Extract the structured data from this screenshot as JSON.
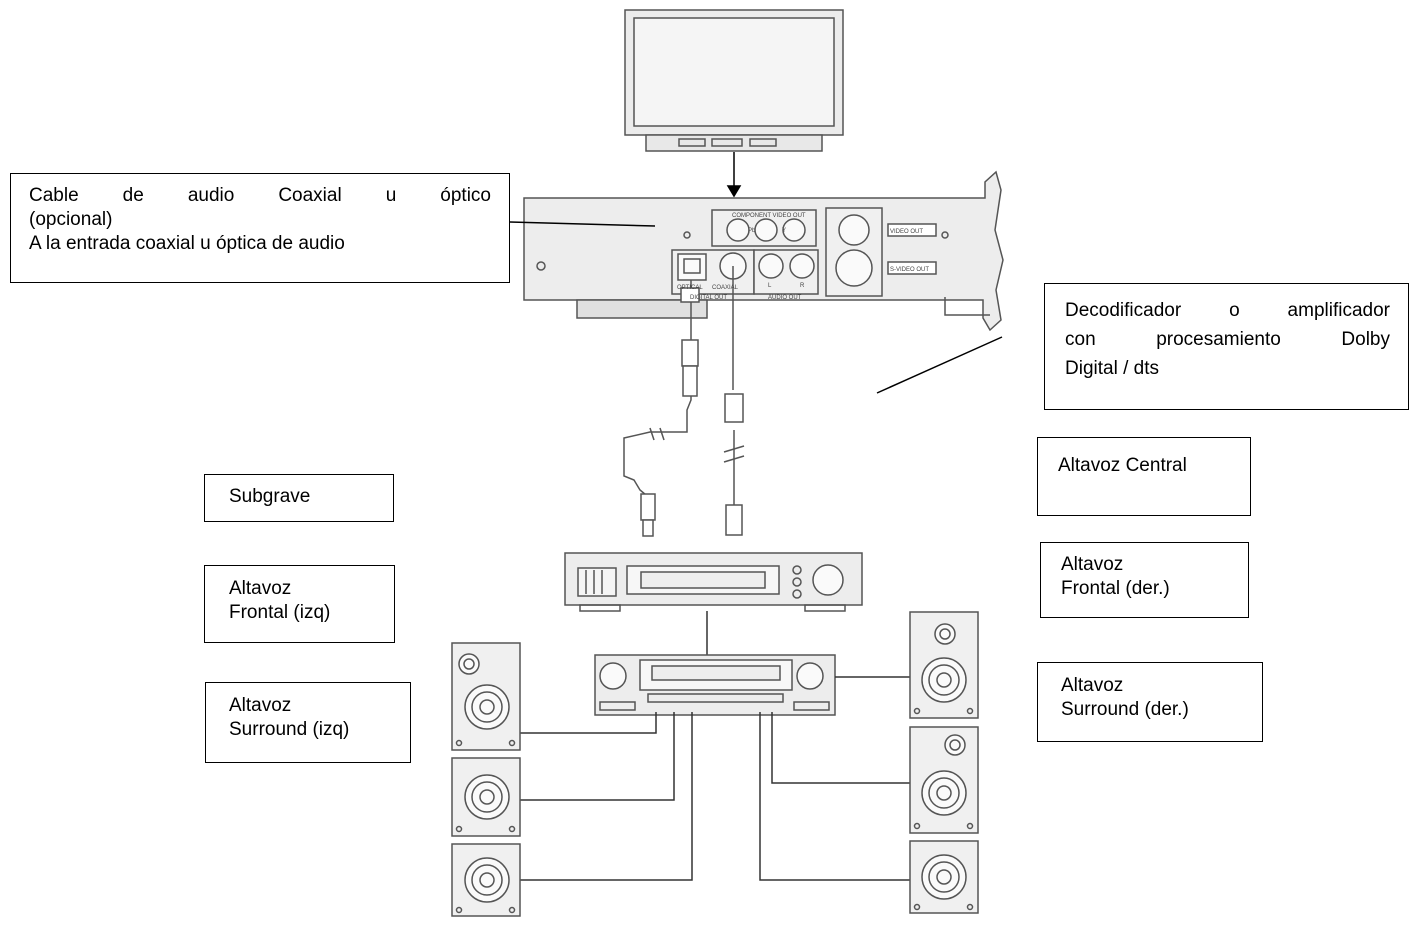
{
  "labels": {
    "cable": {
      "line1": "Cable de audio Coaxial u óptico",
      "line2": "(opcional)",
      "line3": "A la entrada coaxial u óptica de audio"
    },
    "decoder": {
      "line1": "Decodificador o amplificador",
      "line2": "con procesamiento Dolby",
      "line3": "Digital / dts"
    },
    "center": {
      "line1": "Altavoz Central"
    },
    "subwoofer": {
      "line1": "Subgrave"
    },
    "front_left": {
      "line1": "Altavoz",
      "line2": "Frontal (izq)"
    },
    "front_right": {
      "line1": "Altavoz",
      "line2": "Frontal (der.)"
    },
    "surround_left": {
      "line1": "Altavoz",
      "line2": "Surround (izq)"
    },
    "surround_right": {
      "line1": "Altavoz",
      "line2": "Surround (der.)"
    }
  },
  "panel": {
    "component_video_out": "COMPONENT VIDEO OUT",
    "video_out": "VIDEO OUT",
    "svideo_out": "S-VIDEO OUT",
    "optical": "OPTICAL",
    "coaxial": "COAXIAL",
    "digital_out": "DIGITAL OUT",
    "audio_out": "AUDIO OUT",
    "audio_l": "L",
    "audio_r": "R",
    "jack_pb": "Pb",
    "jack_y": "Y"
  }
}
